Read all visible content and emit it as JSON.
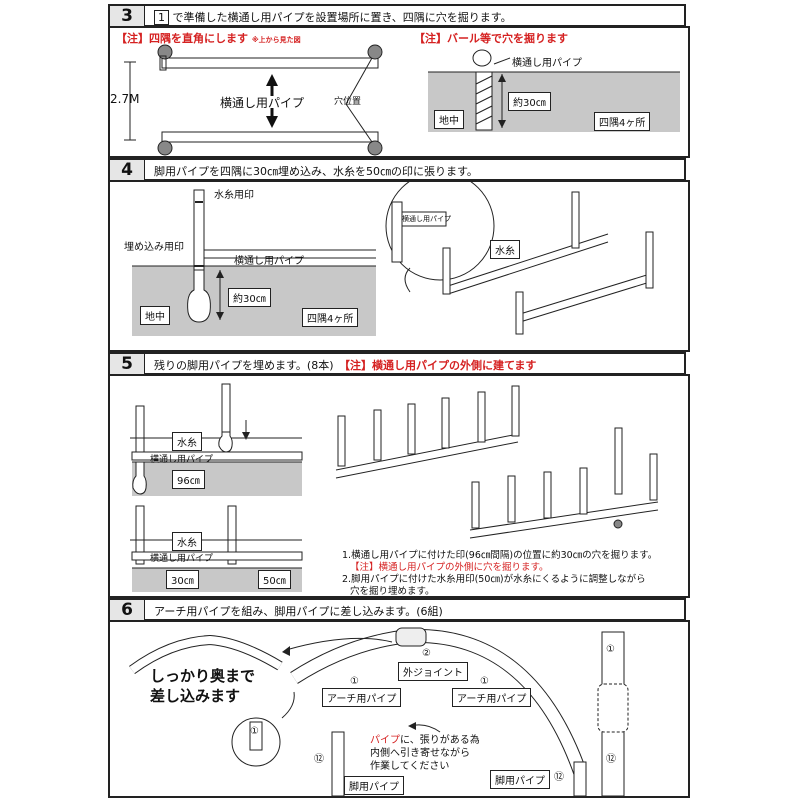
{
  "step3": {
    "number": "3",
    "ref": "1",
    "instruction": "で準備した横通し用パイプを設置場所に置き、四隅に穴を掘ります。",
    "warn_left": "【注】四隅を直角にします",
    "warn_left_sub": "※上から見た図",
    "warn_right": "【注】バール等で穴を掘ります",
    "dim": "2.7M",
    "pipe_label": "横通し用パイプ",
    "hole_label": "穴位置",
    "pipe_label2": "横通し用パイプ",
    "depth": "約30㎝",
    "ground": "地中",
    "corners": "四隅4ヶ所"
  },
  "step4": {
    "number": "4",
    "instruction": "脚用パイプを四隅に30㎝埋め込み、水糸を50㎝の印に張ります。",
    "string_mark": "水糸用印",
    "bury_mark": "埋め込み用印",
    "pipe_label": "横通し用パイプ",
    "depth": "約30㎝",
    "ground": "地中",
    "corners": "四隅4ヶ所",
    "zoom_label": "横通し用パイプ",
    "string": "水糸"
  },
  "step5": {
    "number": "5",
    "instruction": "残りの脚用パイプを埋めます。(8本)",
    "warn": "【注】横通し用パイプの外側に建てます",
    "string": "水糸",
    "pipe_label": "横通し用パイプ",
    "spacing": "96㎝",
    "string2": "水糸",
    "pipe_label2": "横通し用パイプ",
    "dim30": "30㎝",
    "dim50": "50㎝",
    "note1": "1.横通し用パイプに付けた印(96㎝間隔)の位置に約30㎝の穴を掘ります。",
    "note1_warn": "【注】横通し用パイプの外側に穴を掘ります。",
    "note2": "2.脚用パイプに付けた水糸用印(50㎝)が水糸にくるように調整しながら",
    "note2b": "穴を掘り埋めます。"
  },
  "step6": {
    "number": "6",
    "instruction": "アーチ用パイプを組み、脚用パイプに差し込みます。(6組)",
    "push_line1": "しっかり奥まで",
    "push_line2": "差し込みます",
    "joint_num": "②",
    "joint": "外ジョイント",
    "arch_num1": "①",
    "arch1": "アーチ用パイプ",
    "arch_num2": "①",
    "arch2": "アーチ用パイプ",
    "tip_red": "パイプ",
    "tip1": "に、張りがある為",
    "tip2": "内側へ引き寄せながら",
    "tip3": "作業してください",
    "leg1": "脚用パイプ",
    "leg2": "脚用パイプ",
    "num12a": "⑫",
    "num12b": "⑫",
    "num12c": "⑫",
    "num1a": "①",
    "num1b": "①"
  },
  "colors": {
    "warn": "#d52121",
    "ground": "#c8c8c8",
    "header": "#e6e6e6"
  }
}
